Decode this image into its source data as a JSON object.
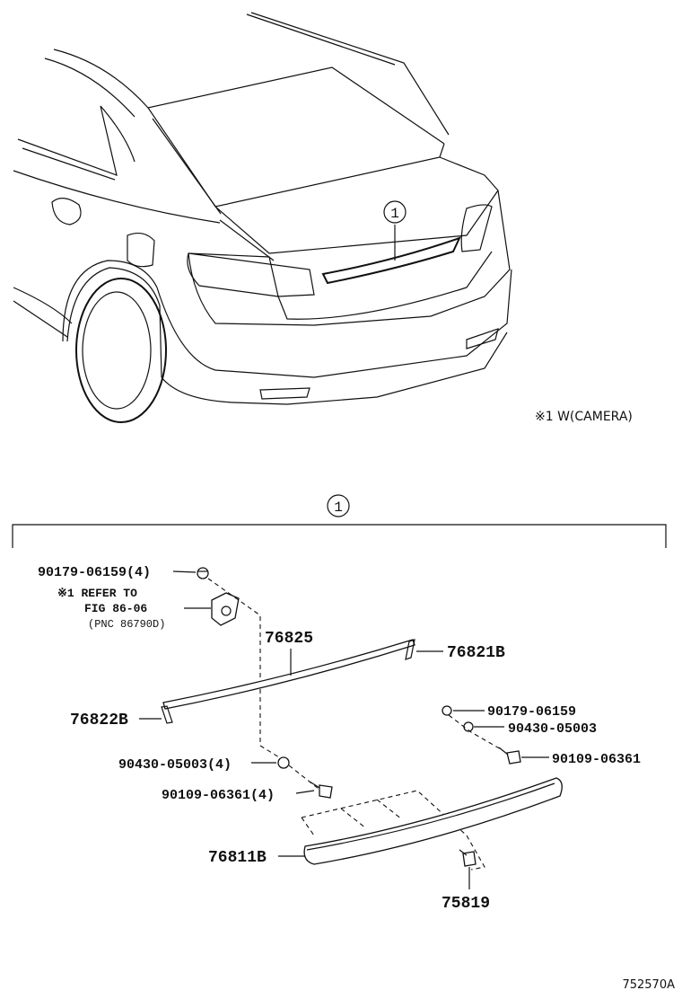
{
  "diagram": {
    "callout_number": "1",
    "note": "※1 W(CAMERA)",
    "labels": {
      "p1": "90179-06159(4)",
      "ref_line1": "※1 REFER TO",
      "ref_line2": "FIG 86-06",
      "ref_line3": "(PNC 86790D)",
      "p2": "76825",
      "p3": "76821B",
      "p4": "76822B",
      "p5": "90179-06159",
      "p6": "90430-05003",
      "p7": "90109-06361",
      "p8": "90430-05003(4)",
      "p9": "90109-06361(4)",
      "p10": "76811B",
      "p11": "75819"
    },
    "figure_code": "752570A"
  }
}
